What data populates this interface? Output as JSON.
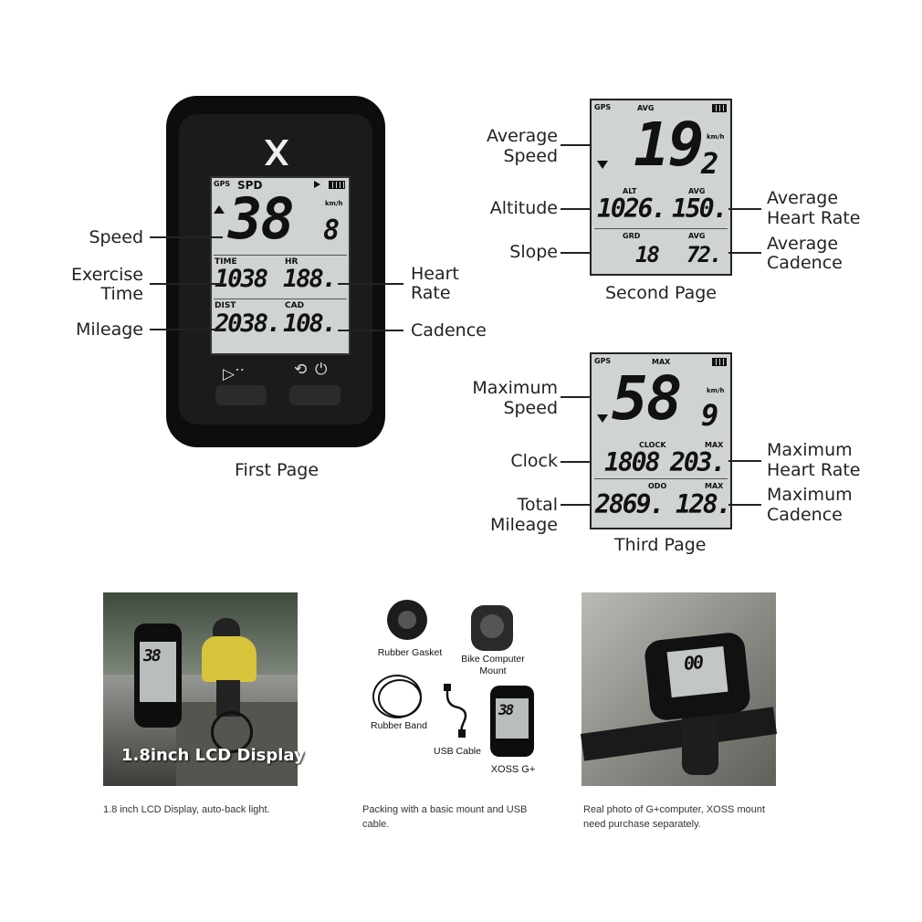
{
  "first_page": {
    "caption": "First Page",
    "logo": "x-logo-icon",
    "screen": {
      "top_label": "SPD",
      "gps": "GPS",
      "unit": "km/h",
      "speed_main": "38",
      "speed_dec": "8",
      "row1_label_left": "TIME",
      "row1_label_right": "HR",
      "row1_left": "1038",
      "row1_right": "188.",
      "row2_label_left": "DIST",
      "row2_label_right": "CAD",
      "row2_left": "2038.",
      "row2_right": "108."
    },
    "labels": {
      "speed": "Speed",
      "exercise_time_1": "Exercise",
      "exercise_time_2": "Time",
      "mileage": "Mileage",
      "heart_rate_1": "Heart",
      "heart_rate_2": "Rate",
      "cadence": "Cadence"
    }
  },
  "second_page": {
    "caption": "Second Page",
    "screen": {
      "gps": "GPS",
      "top_label": "AVG",
      "unit": "km/h",
      "speed_main": "19",
      "speed_dec": "2",
      "row1_label_left": "ALT",
      "row1_label_right": "AVG",
      "row1_left": "1026.",
      "row1_right": "150.",
      "row2_label_left": "GRD",
      "row2_label_right": "AVG",
      "row2_left": "18",
      "row2_right": "72."
    },
    "labels": {
      "avg_speed_1": "Average",
      "avg_speed_2": "Speed",
      "altitude": "Altitude",
      "slope": "Slope",
      "avg_hr_1": "Average",
      "avg_hr_2": "Heart Rate",
      "avg_cad_1": "Average",
      "avg_cad_2": "Cadence"
    }
  },
  "third_page": {
    "caption": "Third Page",
    "screen": {
      "gps": "GPS",
      "top_label": "MAX",
      "unit": "km/h",
      "speed_main": "58",
      "speed_dec": "9",
      "row1_label_left": "CLOCK",
      "row1_label_right": "MAX",
      "row1_left": "1808",
      "row1_right": "203.",
      "row2_label_left": "ODO",
      "row2_label_right": "MAX",
      "row2_left": "2869.",
      "row2_right": "128."
    },
    "labels": {
      "max_speed_1": "Maximum",
      "max_speed_2": "Speed",
      "clock": "Clock",
      "total_mileage_1": "Total",
      "total_mileage_2": "Mileage",
      "max_hr_1": "Maximum",
      "max_hr_2": "Heart Rate",
      "max_cad_1": "Maximum",
      "max_cad_2": "Cadence"
    }
  },
  "panels": [
    {
      "overlay_text": "1.8inch LCD Display",
      "caption": "1.8 inch LCD Display, auto-back light."
    },
    {
      "items": {
        "rubber_gasket": "Rubber Gasket",
        "mount": "Bike Computer Mount",
        "rubber_band": "Rubber Band",
        "usb_cable": "USB Cable",
        "device": "XOSS G+"
      },
      "caption": "Packing with a basic mount and USB cable."
    },
    {
      "caption": "Real photo of G+computer, XOSS mount need purchase separately."
    }
  ],
  "colors": {
    "lcd": "#cfd3d1",
    "device_body": "#111111",
    "text": "#222222"
  }
}
